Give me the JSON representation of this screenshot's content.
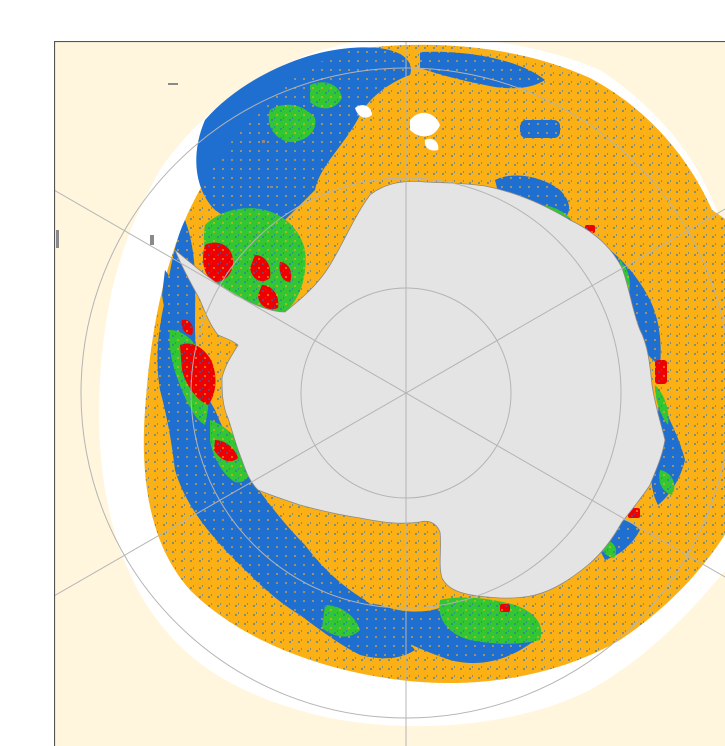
{
  "map": {
    "projection": "south-polar-stereographic",
    "colors": {
      "page_background": "#ffffff",
      "ocean_background": "#fff6dd",
      "sea_ice_edge": "#ffffff",
      "antarctica_land": "#e4e4e4",
      "coastline": "#8a8a8a",
      "gridlines": "#b4b4b4",
      "frame": "#555555",
      "category_orange": "#fbb116",
      "category_blue": "#1f6fd1",
      "category_green": "#33c633",
      "category_red": "#ee0000"
    },
    "category_names": [
      "orange",
      "blue",
      "green",
      "red"
    ],
    "gridlines_visible": true,
    "legend_visible": false
  }
}
